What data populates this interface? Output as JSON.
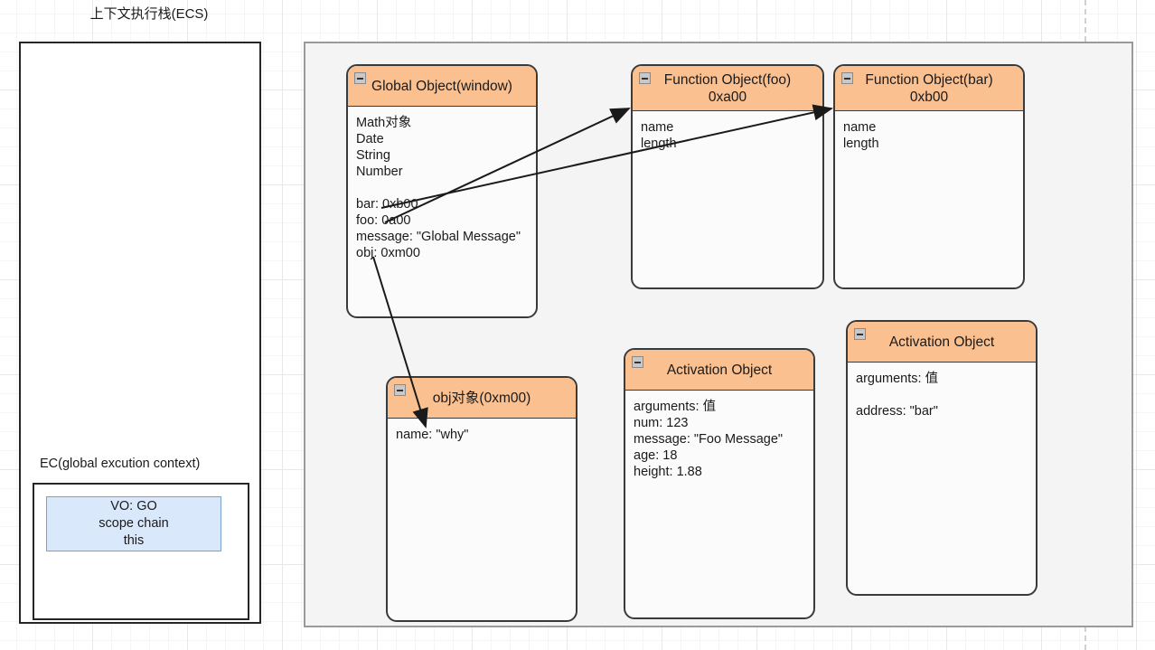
{
  "ecs": {
    "title": "上下文执行栈(ECS)",
    "ec_label": "EC(global excution context)",
    "vo_lines": {
      "line1": "VO: GO",
      "line2": "scope chain",
      "line3": "this"
    }
  },
  "diagram": {
    "nodes": {
      "global_object": {
        "title": "Global Object(window)",
        "collapse_icon": "minus-icon",
        "body": "Math对象\nDate\nString\nNumber\n\nbar: 0xb00\nfoo: 0a00\nmessage: \"Global Message\"\nobj: 0xm00"
      },
      "function_object_foo": {
        "title": "Function Object(foo)\n0xa00",
        "collapse_icon": "minus-icon",
        "body": "name\nlength"
      },
      "function_object_bar": {
        "title": "Function Object(bar)\n0xb00",
        "collapse_icon": "minus-icon",
        "body": "name\nlength"
      },
      "obj_object": {
        "title": "obj对象(0xm00)",
        "collapse_icon": "minus-icon",
        "body": "name: \"why\""
      },
      "activation_object_foo": {
        "title": "Activation Object",
        "collapse_icon": "minus-icon",
        "body": "arguments: 值\nnum: 123\nmessage: \"Foo Message\"\nage: 18\nheight: 1.88"
      },
      "activation_object_bar": {
        "title": "Activation Object",
        "collapse_icon": "minus-icon",
        "body": "arguments: 值\n\naddress: \"bar\""
      }
    },
    "edges": [
      {
        "name": "foo-pointer",
        "from": "global_object.foo",
        "to": "function_object_foo"
      },
      {
        "name": "bar-pointer",
        "from": "global_object.bar",
        "to": "function_object_bar"
      },
      {
        "name": "obj-pointer",
        "from": "global_object.obj",
        "to": "obj_object"
      }
    ]
  },
  "colors": {
    "header_orange": "#FAC090",
    "node_body": "#FBFBFB",
    "node_border": "#3A3A3A",
    "vo_fill": "#DAE8FC",
    "vo_border": "#7B9FD0",
    "canvas_panel": "#F4F4F4",
    "grid_line": "#E8E8E8"
  }
}
